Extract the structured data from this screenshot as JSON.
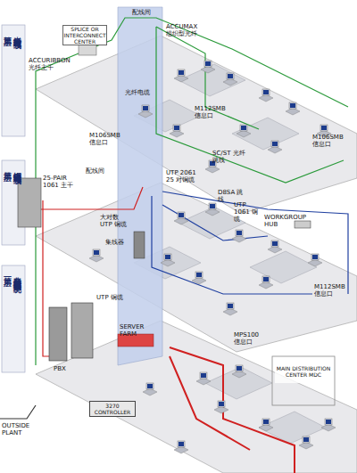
{
  "diagram": {
    "nodes": [
      {
        "text": [
          "SPLICE OR INTERCONNECT CENTER"
        ]
      },
      {
        "text": [
          "3270 CONTROLLER"
        ]
      },
      {
        "text": [
          "MAIN DISTRIBUTION CENTER MDC"
        ]
      }
    ],
    "labels": [
      "第三层",
      "光纤区域布线",
      "配线间",
      "ACCUMAX",
      "组织型光纤",
      "ACCURIBBON 光纤主干",
      "光纤电缆",
      "M112SMB 信息口",
      "SC/ST 光纤跳线",
      "M106SMB 信息口",
      "M106SMB 信息口",
      "第二层",
      "铜缆区域布线",
      "配线间",
      "UTP 2061 25 对铜缆",
      "25-PAIR 1061 主干",
      "大对数 UTP 铜缆",
      "D8SA 跳线",
      "WORKGROUP HUB",
      "UTP 1061 铜缆",
      "集线器",
      "M112SMB 信息口",
      "第一层",
      "典型结构化布线系统",
      "UTP 铜缆",
      "PBX",
      "SERVER FARM",
      "MPS100 信息口",
      "OUTSIDE PLANT"
    ]
  }
}
